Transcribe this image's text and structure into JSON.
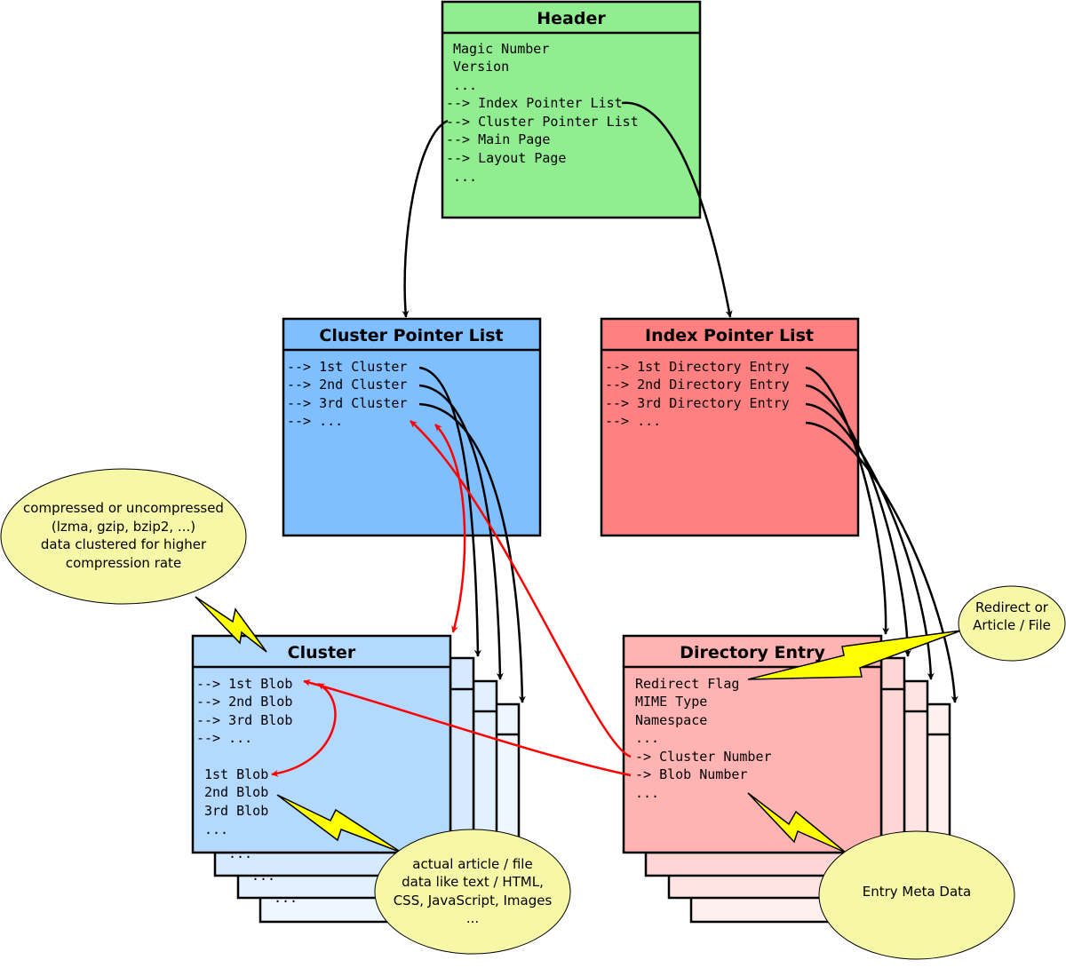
{
  "header": {
    "title": "Header",
    "lines": [
      "Magic Number",
      "Version",
      "...",
      "--> Index Pointer List",
      "--> Cluster Pointer List",
      "--> Main Page",
      "--> Layout Page",
      "..."
    ],
    "color": "#90ee90"
  },
  "cluster_pointer_list": {
    "title": "Cluster Pointer List",
    "lines": [
      "--> 1st Cluster",
      "--> 2nd Cluster",
      "--> 3rd Cluster",
      "--> ..."
    ],
    "color": "#80bfff"
  },
  "index_pointer_list": {
    "title": "Index Pointer List",
    "lines": [
      "--> 1st Directory Entry",
      "--> 2nd Directory Entry",
      "--> 3rd Directory Entry",
      "--> ..."
    ],
    "color": "#ff8080"
  },
  "cluster": {
    "title": "Cluster",
    "pointer_lines": [
      "--> 1st Blob",
      "--> 2nd Blob",
      "--> 3rd Blob",
      "--> ..."
    ],
    "blob_lines": [
      "1st Blob",
      "2nd Blob",
      "3rd Blob",
      "..."
    ],
    "stack_ellipsis": [
      "...",
      "...",
      "..."
    ],
    "color": "#b3d9ff"
  },
  "directory_entry": {
    "title": "Directory Entry",
    "lines": [
      "Redirect Flag",
      "MIME Type",
      "Namespace",
      "...",
      "-> Cluster Number",
      "-> Blob Number",
      "..."
    ],
    "color": "#ffb3b3"
  },
  "bubbles": {
    "compressed": [
      "compressed or uncompressed",
      "(lzma, gzip, bzip2, ...)",
      "data clustered for higher",
      "compression rate"
    ],
    "article": [
      "actual article / file",
      "data like text / HTML,",
      "CSS, JavaScript, Images",
      "..."
    ],
    "redirect": [
      "Redirect or",
      "Article / File"
    ],
    "meta": [
      "Entry Meta Data"
    ]
  },
  "colors": {
    "bubble": "#f7f7a8",
    "lightning": "#ffff00",
    "arrow": "#000000",
    "red_arrow": "#ff0000"
  }
}
